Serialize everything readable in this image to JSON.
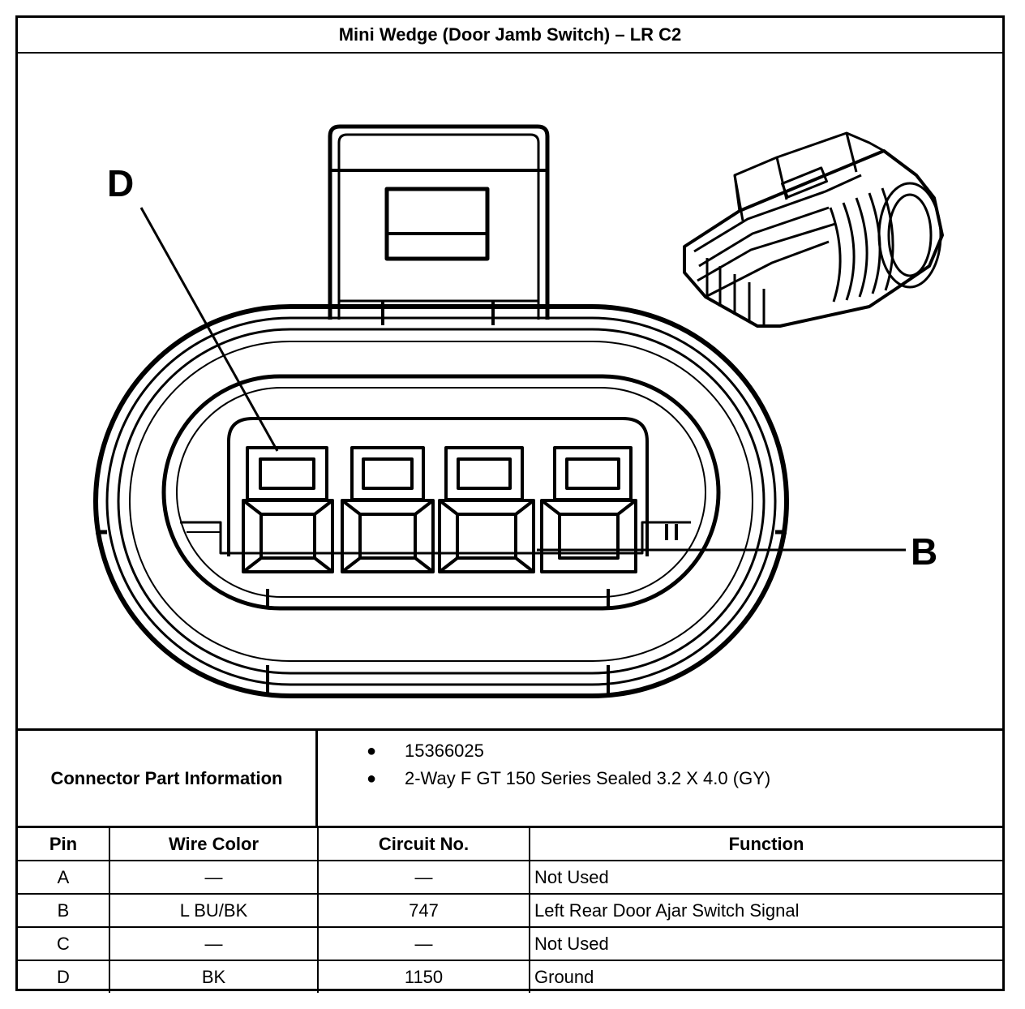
{
  "title": "Mini Wedge (Door Jamb Switch) – LR C2",
  "figure": {
    "callouts": {
      "d": "D",
      "b": "B"
    },
    "icons": [
      "connector-face-drawing",
      "connector-isometric-drawing"
    ]
  },
  "part_info": {
    "label": "Connector Part Information",
    "items": [
      "15366025",
      "2-Way F GT 150 Series Sealed 3.2 X 4.0 (GY)"
    ]
  },
  "pin_table": {
    "headers": [
      "Pin",
      "Wire Color",
      "Circuit No.",
      "Function"
    ],
    "rows": [
      {
        "pin": "A",
        "wire_color": "—",
        "circuit": "—",
        "function": "Not Used"
      },
      {
        "pin": "B",
        "wire_color": "L BU/BK",
        "circuit": "747",
        "function": "Left Rear Door Ajar Switch Signal"
      },
      {
        "pin": "C",
        "wire_color": "—",
        "circuit": "—",
        "function": "Not Used"
      },
      {
        "pin": "D",
        "wire_color": "BK",
        "circuit": "1150",
        "function": "Ground"
      }
    ]
  }
}
